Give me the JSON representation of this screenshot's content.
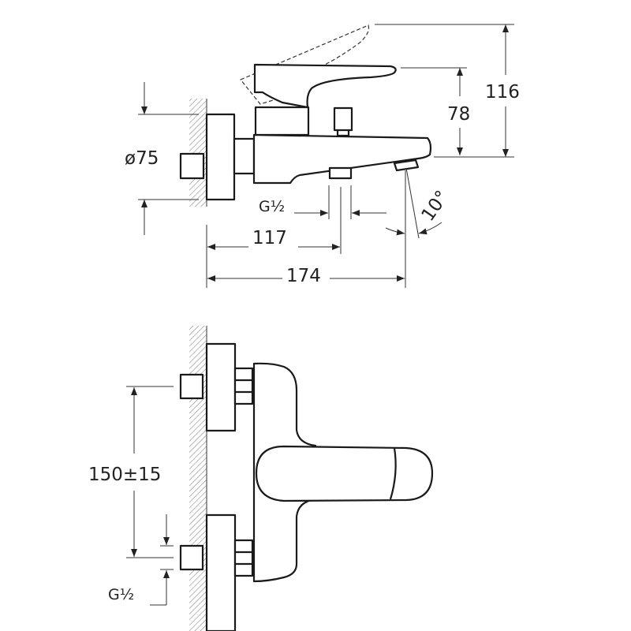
{
  "drawing": {
    "side_view": {
      "dim_diameter": "ø75",
      "dim_height_total": "116",
      "dim_height_spout": "78",
      "dim_thread": "G½",
      "dim_outlet_distance": "117",
      "dim_depth": "174",
      "dim_angle": "10°"
    },
    "top_view": {
      "dim_centers": "150±15",
      "dim_thread": "G½"
    },
    "colors": {
      "line": "#1a1a1a",
      "background": "#ffffff"
    }
  }
}
